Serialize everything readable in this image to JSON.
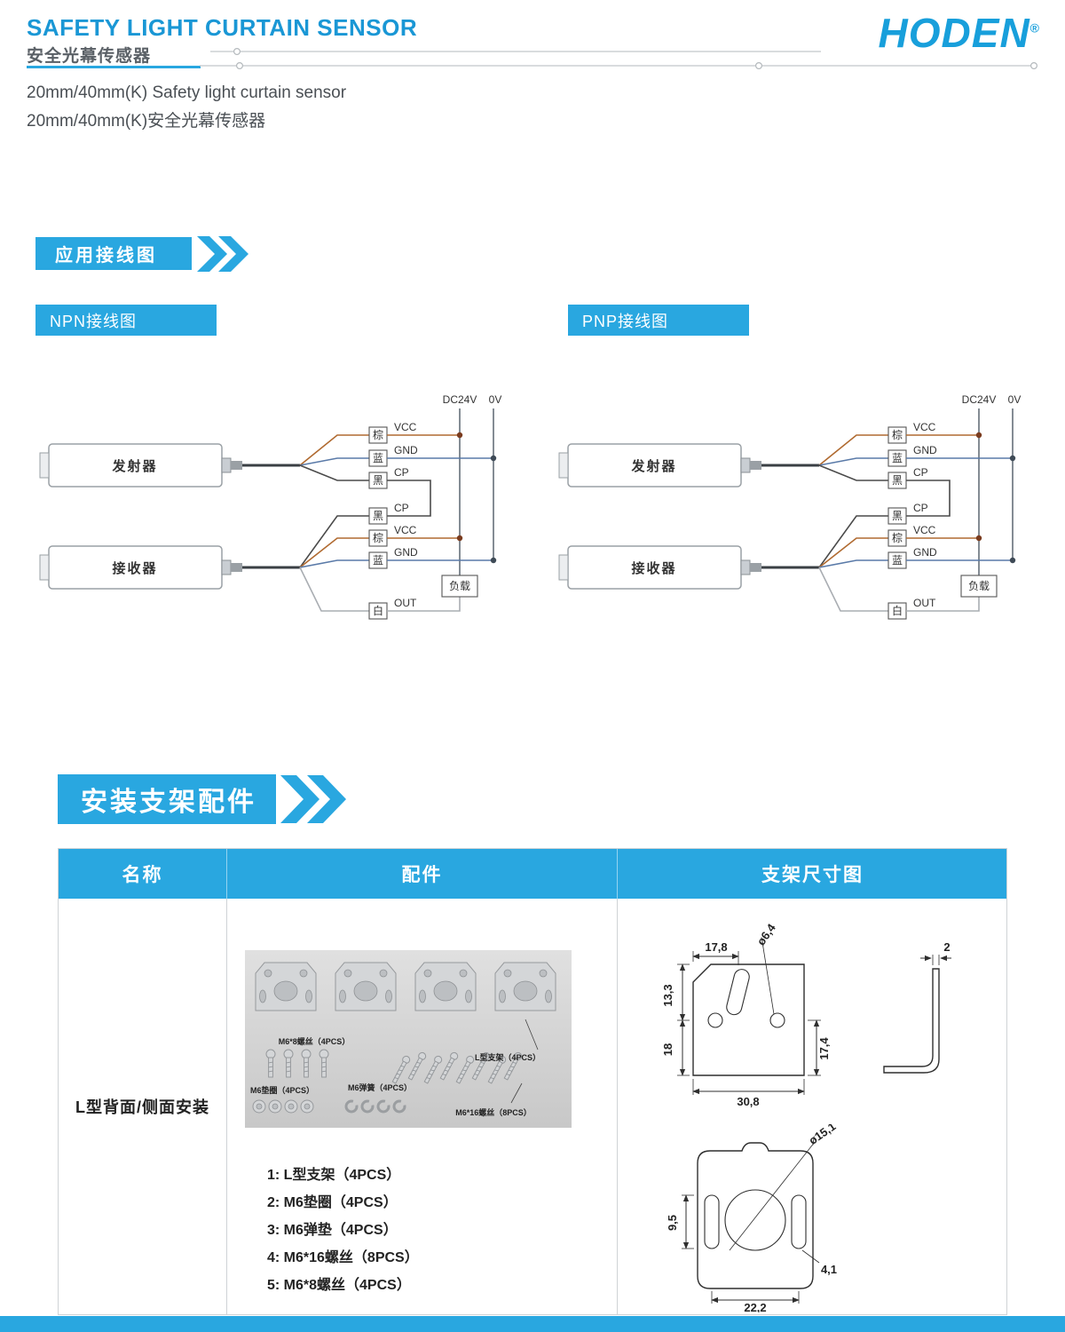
{
  "header": {
    "title_en": "SAFETY LIGHT CURTAIN SENSOR",
    "title_zh": "安全光幕传感器",
    "brand": "HODEN",
    "brand_reg": "®",
    "subtitle_en": "20mm/40mm(K) Safety light curtain sensor",
    "subtitle_zh": "20mm/40mm(K)安全光幕传感器"
  },
  "sections": {
    "wiring_title": "应用接线图",
    "mounting_title": "安装支架配件"
  },
  "wiring": {
    "npn_label": "NPN接线图",
    "pnp_label": "PNP接线图",
    "labels": {
      "transmitter": "发射器",
      "receiver": "接收器",
      "dc24v": "DC24V",
      "zero_v": "0V",
      "vcc": "VCC",
      "gnd": "GND",
      "cp": "CP",
      "out": "OUT",
      "load": "负载",
      "brown": "棕",
      "blue": "蓝",
      "black": "黑",
      "white": "白"
    }
  },
  "mounting": {
    "headers": [
      "名称",
      "配件",
      "支架尺寸图"
    ],
    "row_name": "L型背面/侧面安装",
    "photo_labels": {
      "screw_m6x8": "M6*8螺丝（4PCS）",
      "bracket": "L型支架（4PCS）",
      "washer": "M6垫圈（4PCS）",
      "spring": "M6弹簧（4PCS）",
      "screw_m6x16": "M6*16螺丝（8PCS）"
    },
    "parts": [
      "1: L型支架（4PCS）",
      "2: M6垫圈（4PCS）",
      "3: M6弹垫（4PCS）",
      "4: M6*16螺丝（8PCS）",
      "5: M6*8螺丝（4PCS）"
    ],
    "dims_front": {
      "top_width": "17,8",
      "hole_dia": "ø6,4",
      "left_upper": "13,3",
      "left_lower": "18",
      "right": "17,4",
      "bottom_width": "30,8",
      "thickness": "2"
    },
    "dims_side": {
      "hole_dia": "ø15,1",
      "left": "9,5",
      "slot": "4,1",
      "bottom_width": "22,2"
    }
  },
  "colors": {
    "primary": "#29a7e0",
    "title_blue": "#1a97d5",
    "wire_brown": "#b06a30",
    "wire_blue": "#5a7aa8"
  }
}
